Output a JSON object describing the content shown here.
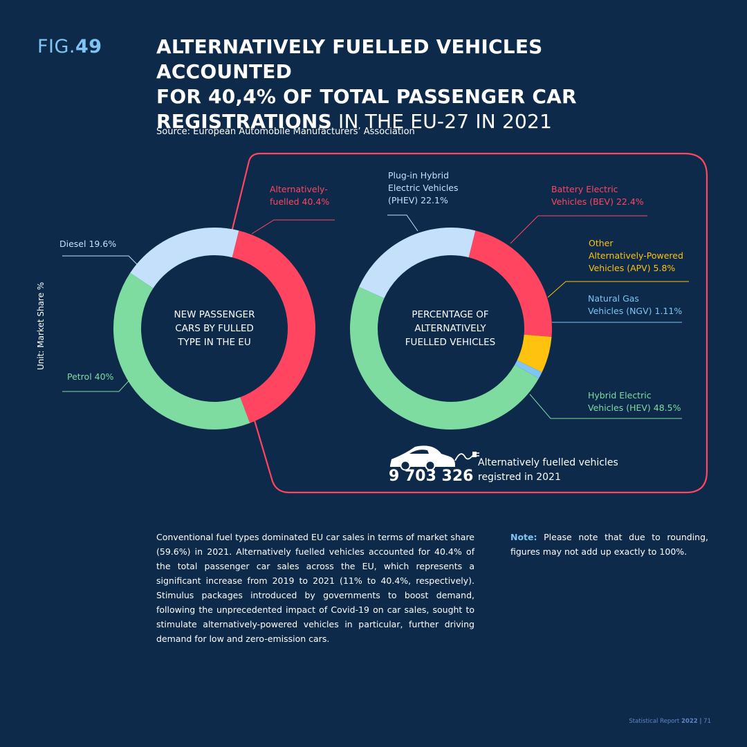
{
  "header": {
    "fig_prefix": "FIG.",
    "fig_number": "49",
    "title_bold_1": "ALTERNATIVELY FUELLED VEHICLES ACCOUNTED",
    "title_bold_2": "FOR 40,4% OF TOTAL PASSENGER CAR",
    "title_bold_3": "REGISTRATIONS",
    "title_light_3": "IN THE EU-27 IN 2021",
    "source": "Source: European Automobile Manufacturers’ Association"
  },
  "unit_label": "Unit: Market Share %",
  "chart_data": [
    {
      "type": "pie",
      "variant": "donut",
      "title": "",
      "center_label_lines": [
        "NEW PASSENGER",
        "CARS BY FULLED",
        "TYPE IN THE EU"
      ],
      "slices": [
        {
          "name": "Alternatively-fuelled",
          "label_lines": [
            "Alternatively-",
            "fuelled 40.4%"
          ],
          "value": 40.4,
          "color": "#ff4560"
        },
        {
          "name": "Petrol",
          "label_lines": [
            "Petrol 40%"
          ],
          "value": 40,
          "color": "#7fdca0"
        },
        {
          "name": "Diesel",
          "label_lines": [
            "Diesel 19.6%"
          ],
          "value": 19.6,
          "color": "#c5e0fb"
        }
      ]
    },
    {
      "type": "pie",
      "variant": "donut",
      "title": "",
      "center_label_lines": [
        "PERCENTAGE OF",
        "ALTERNATIVELY",
        "FUELLED VEHICLES"
      ],
      "slices": [
        {
          "name": "Battery Electric Vehicles (BEV)",
          "label_lines": [
            "Battery Electric",
            "Vehicles (BEV) 22.4%"
          ],
          "value": 22.4,
          "color": "#ff4560"
        },
        {
          "name": "Other Alternatively-Powered Vehicles (APV)",
          "label_lines": [
            "Other",
            "Alternatively-Powered",
            "Vehicles (APV) 5.8%"
          ],
          "value": 5.8,
          "color": "#ffc20e"
        },
        {
          "name": "Natural Gas Vehicles (NGV)",
          "label_lines": [
            "Natural Gas",
            "Vehicles (NGV) 1.11%"
          ],
          "value": 1.11,
          "color": "#7fc4f2"
        },
        {
          "name": "Hybrid Electric Vehicles (HEV)",
          "label_lines": [
            "Hybrid Electric",
            "Vehicles (HEV) 48.5%"
          ],
          "value": 48.5,
          "color": "#7fdca0"
        },
        {
          "name": "Plug-in Hybrid Electric Vehicles (PHEV)",
          "label_lines": [
            "Plug-in Hybrid",
            "Electric Vehicles",
            "(PHEV) 22.1%"
          ],
          "value": 22.1,
          "color": "#c5e0fb"
        }
      ]
    }
  ],
  "total": {
    "value": "9 703 326",
    "desc_line1": "Alternatively fuelled vehicles",
    "desc_line2": "registred in 2021",
    "icon": "electric-car-icon"
  },
  "colors": {
    "background": "#0d2a4b",
    "accent": "#ff4560",
    "highlight": "#7fc4f2"
  },
  "body_text": "Conventional fuel types dominated EU car sales in terms of market share (59.6%) in 2021. Alternatively fuelled vehicles accounted for 40.4% of the total passenger car sales across the EU, which represents a significant increase from 2019 to 2021 (11% to 40.4%, respectively). Stimulus packages introduced by governments to boost demand, following the unprecedented impact of Covid-19 on car sales, sought to stimulate alternatively-powered vehicles in particular, further driving demand for low and zero-emission cars.",
  "note": {
    "title": "Note:",
    "text": "Please note that due to rounding, figures may not add up exactly to 100%."
  },
  "footer": {
    "report": "Statistical Report",
    "year": "2022",
    "separator": "|",
    "page": "71"
  }
}
